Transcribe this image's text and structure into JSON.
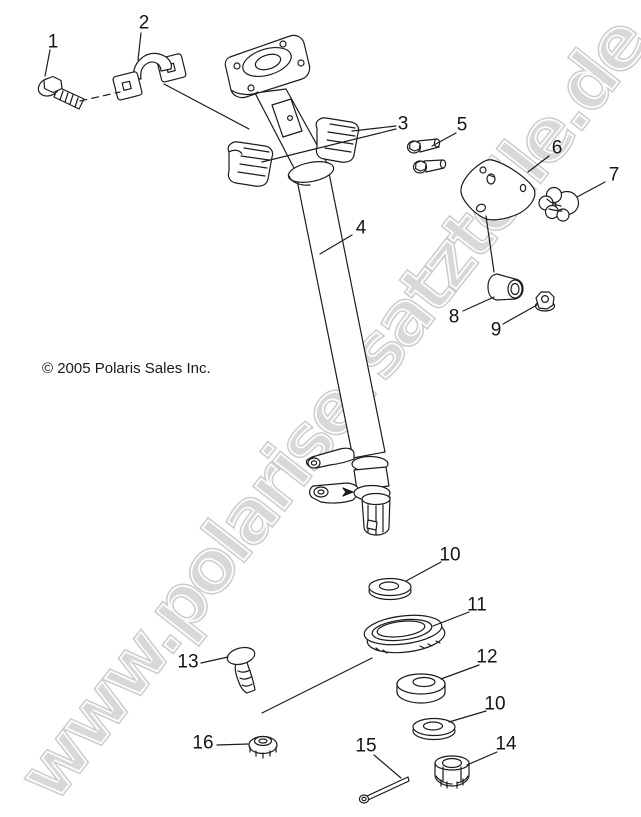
{
  "watermark": {
    "text": "www.polarisersatzteile.de"
  },
  "copyright": "© 2005 Polaris Sales Inc.",
  "colors": {
    "ink": "#1c1c1c",
    "watermark_fill": "#d8d8d8",
    "watermark_inline": "#ffffff",
    "watermark_edge": "#cccccc",
    "background": "#ffffff"
  },
  "labels": [
    {
      "part": 1,
      "text": "1"
    },
    {
      "part": 2,
      "text": "2"
    },
    {
      "part": 3,
      "text": "3"
    },
    {
      "part": 4,
      "text": "4"
    },
    {
      "part": 5,
      "text": "5"
    },
    {
      "part": 6,
      "text": "6"
    },
    {
      "part": 7,
      "text": "7"
    },
    {
      "part": 8,
      "text": "8"
    },
    {
      "part": 9,
      "text": "9"
    },
    {
      "part": 10,
      "text": "10"
    },
    {
      "part": 11,
      "text": "11"
    },
    {
      "part": 12,
      "text": "12"
    },
    {
      "part": 10,
      "text": "10"
    },
    {
      "part": 13,
      "text": "13"
    },
    {
      "part": 14,
      "text": "14"
    },
    {
      "part": 15,
      "text": "15"
    },
    {
      "part": 16,
      "text": "16"
    }
  ],
  "parts": [
    {
      "num": 1,
      "shape": "hex-flange-bolt"
    },
    {
      "num": 2,
      "shape": "steering-clamp"
    },
    {
      "num": 3,
      "shape": "clamp-bushing-halves"
    },
    {
      "num": 4,
      "shape": "steering-post-shaft"
    },
    {
      "num": 5,
      "shape": "small-bolts"
    },
    {
      "num": 6,
      "shape": "mount-bracket-plate"
    },
    {
      "num": 7,
      "shape": "lobed-flange-nut"
    },
    {
      "num": 8,
      "shape": "bushing-spacer"
    },
    {
      "num": 9,
      "shape": "flange-nut"
    },
    {
      "num": 10,
      "shape": "flat-washer"
    },
    {
      "num": 11,
      "shape": "dished-washer-plate"
    },
    {
      "num": 12,
      "shape": "thick-spacer"
    },
    {
      "num": 13,
      "shape": "carriage-bolt"
    },
    {
      "num": 14,
      "shape": "castle-nut"
    },
    {
      "num": 15,
      "shape": "cotter-pin"
    },
    {
      "num": 16,
      "shape": "lock-nut"
    }
  ]
}
